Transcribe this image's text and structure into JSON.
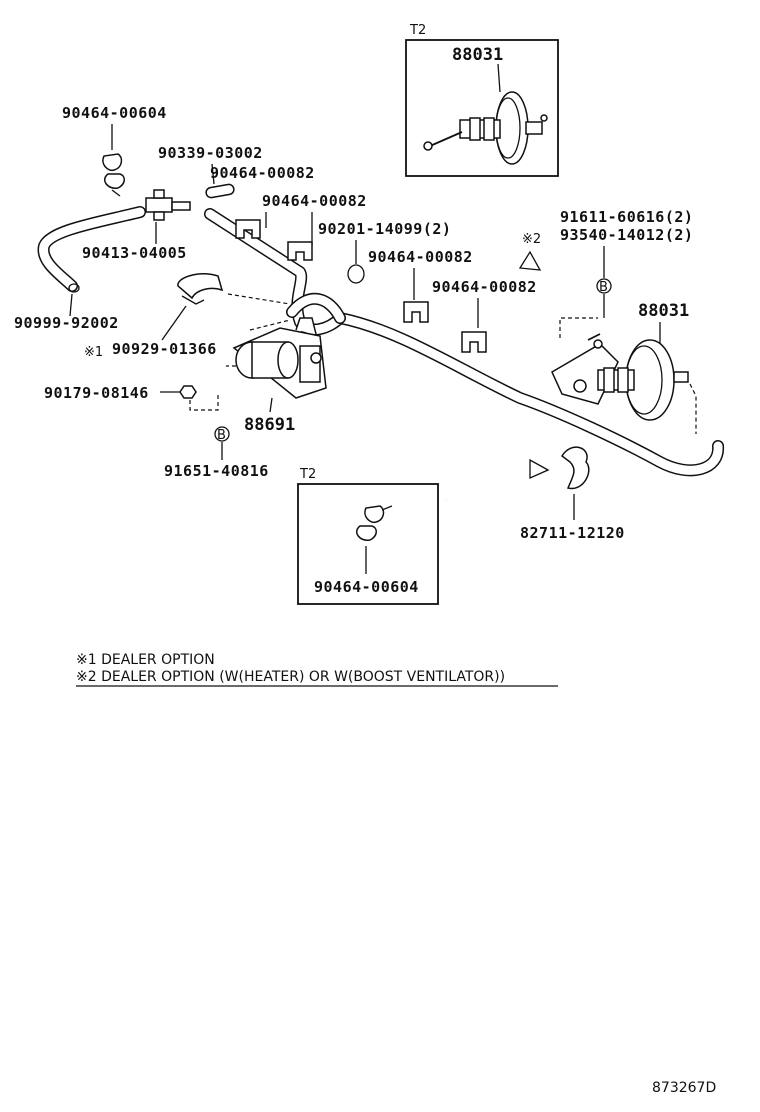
{
  "labels": {
    "p_90464_00604_top": "90464-00604",
    "p_90339_03002": "90339-03002",
    "p_90464_00082_a": "90464-00082",
    "p_90464_00082_b": "90464-00082",
    "p_90201_14099": "90201-14099(2)",
    "p_90413_04005": "90413-04005",
    "p_90464_00082_c": "90464-00082",
    "p_90464_00082_d": "90464-00082",
    "p_90999_92002": "90999-92002",
    "p_90929_01366": "90929-01366",
    "p_90179_08146": "90179-08146",
    "p_88691": "88691",
    "p_91651_40816": "91651-40816",
    "p_88031_top": "88031",
    "p_88031_right": "88031",
    "p_91611_60616": "91611-60616(2)",
    "p_93540_14012": "93540-14012(2)",
    "p_82711_12120": "82711-12120",
    "p_90464_00604_box": "90464-00604",
    "t2_top": "T2",
    "t2_bottom": "T2",
    "mark_1": "※1",
    "mark_2": "※2",
    "circle_b": "B",
    "footnote_1": "※1 DEALER OPTION",
    "footnote_2": "※2 DEALER OPTION (W(HEATER) OR W(BOOST VENTILATOR))",
    "drawing_code": "873267D"
  }
}
